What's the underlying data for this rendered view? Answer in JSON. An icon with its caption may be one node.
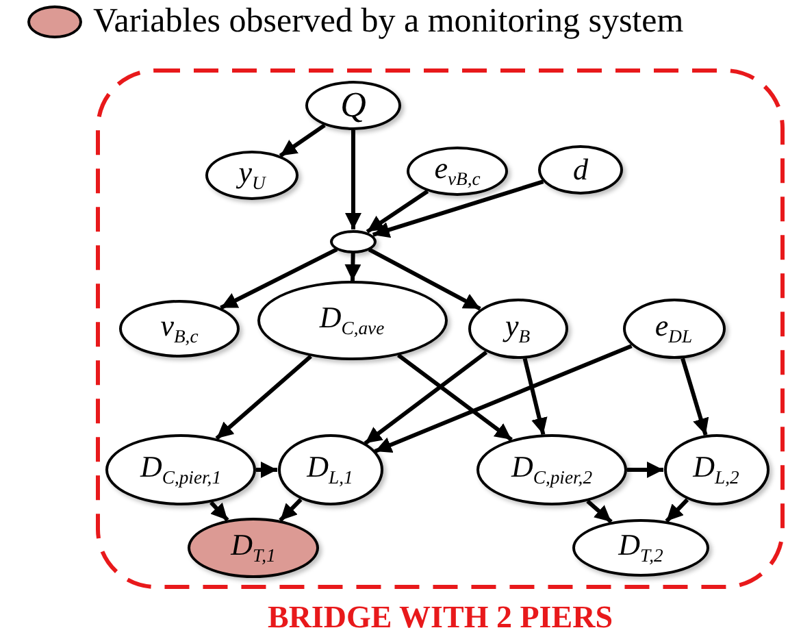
{
  "diagram": {
    "nodes": [
      {
        "text": [
          "BRIDGE WITH 2 PIERS"
        ]
      },
      {
        "text": [
          "Q"
        ],
        "in": 0
      },
      {
        "text": [
          "y$_{U}$"
        ],
        "in": 0
      },
      {
        "text": [
          "e$_{vB,c}$"
        ],
        "in": 0
      },
      {
        "text": [
          "d"
        ],
        "in": 0
      },
      {
        "text": [],
        "shape": "circle",
        "in": 0
      },
      {
        "text": [
          "v$_{B,c}$"
        ],
        "in": 0
      },
      {
        "text": [
          "D$_{C,ave}$"
        ],
        "in": 0
      },
      {
        "text": [
          "y$_{B}$"
        ],
        "in": 0
      },
      {
        "text": [
          "e$_{DL}$"
        ],
        "in": 0
      },
      {
        "text": [
          "D$_{C,pier,1}$"
        ],
        "in": 0
      },
      {
        "text": [
          "D$_{L,1}$"
        ],
        "in": 0
      },
      {
        "text": [
          "D$_{C,pier,2}$"
        ],
        "in": 0
      },
      {
        "text": [
          "D$_{L,2}$"
        ],
        "in": 0
      },
      {
        "text": [
          "D$_{T,1}$"
        ],
        "in": 0
      },
      {
        "text": [
          "D$_{T,2}$"
        ],
        "in": 0
      }
    ],
    "edges": [
      {
        "from": 1,
        "to": 2,
        "arrow": "to"
      },
      {
        "from": 1,
        "to": 5,
        "arrow": "to"
      },
      {
        "from": 3,
        "to": 5,
        "arrow": "to"
      },
      {
        "from": 4,
        "to": 5,
        "arrow": "to"
      },
      {
        "from": 5,
        "to": 6,
        "arrow": "to"
      },
      {
        "from": 5,
        "to": 7,
        "arrow": "to"
      },
      {
        "from": 5,
        "to": 8,
        "arrow": "to"
      },
      {
        "from": 7,
        "to": 10,
        "arrow": "to"
      },
      {
        "from": 7,
        "to": 12,
        "arrow": "to"
      },
      {
        "from": 8,
        "to": 11,
        "arrow": "to"
      },
      {
        "from": 8,
        "to": 12,
        "arrow": "to"
      },
      {
        "from": 9,
        "to": 11,
        "arrow": "to"
      },
      {
        "from": 9,
        "to": 13,
        "arrow": "to"
      },
      {
        "from": 10,
        "to": 11,
        "arrow": "to"
      },
      {
        "from": 12,
        "to": 13,
        "arrow": "to"
      },
      {
        "from": 10,
        "to": 14,
        "arrow": "to"
      },
      {
        "from": 11,
        "to": 14,
        "arrow": "to"
      },
      {
        "from": 12,
        "to": 15,
        "arrow": "to"
      },
      {
        "from": 13,
        "to": 15,
        "arrow": "to"
      }
    ],
    "legend": [
      {
        "text": "Variables observed by a monitoring system",
        "color": "#dc9a94"
      }
    ]
  }
}
